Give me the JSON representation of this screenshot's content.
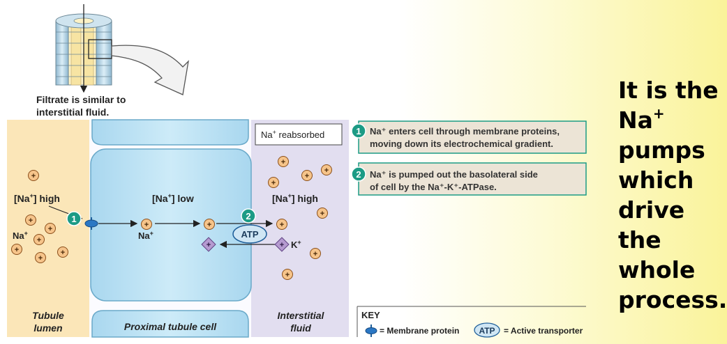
{
  "top_label": {
    "line1": "Filtrate is similar to",
    "line2": "interstitial fluid."
  },
  "reabsorbed_box": {
    "prefix": "Na",
    "sup": "+",
    "suffix": " reabsorbed"
  },
  "regions": {
    "lumen": {
      "line1": "Tubule",
      "line2": "lumen"
    },
    "cell": "Proximal tubule cell",
    "interstitial": {
      "line1": "Interstitial",
      "line2": "fluid"
    }
  },
  "concentrations": {
    "lumen": {
      "prefix": "[Na",
      "sup": "+",
      "suffix": "] high"
    },
    "cell": {
      "prefix": "[Na",
      "sup": "+",
      "suffix": "] low"
    },
    "interstitial": {
      "prefix": "[Na",
      "sup": "+",
      "suffix": "] high"
    }
  },
  "ions": {
    "na_label": "Na",
    "na_sup": "+",
    "k_label": "K",
    "k_sup": "+",
    "plus_symbol": "+"
  },
  "atp_label": "ATP",
  "steps": [
    {
      "num": "1",
      "line1": "Na⁺ enters cell through membrane proteins,",
      "line2": "moving down its electrochemical gradient."
    },
    {
      "num": "2",
      "line1": "Na⁺ is pumped out the basolateral side",
      "line2": "of cell by the Na⁺-K⁺-ATPase."
    }
  ],
  "key": {
    "title": "KEY",
    "membrane_protein": "= Membrane protein",
    "atp": "ATP",
    "active_transporter": "= Active transporter"
  },
  "slide_text": {
    "line1": "It is the",
    "line2_prefix": "Na",
    "line2_sup": "+",
    "line3": "pumps",
    "line4": "which",
    "line5": "drive the",
    "line6": "whole",
    "line7": "process."
  },
  "colors": {
    "lumen_bg": "#fbe6b8",
    "cell_fill": "#bfe3f4",
    "interstitial_bg": "#e2def0",
    "step_teal": "#1c9b85",
    "note_bg": "#ece4d6",
    "ion_fill": "#f6c48a",
    "k_fill": "#b59ad0"
  }
}
